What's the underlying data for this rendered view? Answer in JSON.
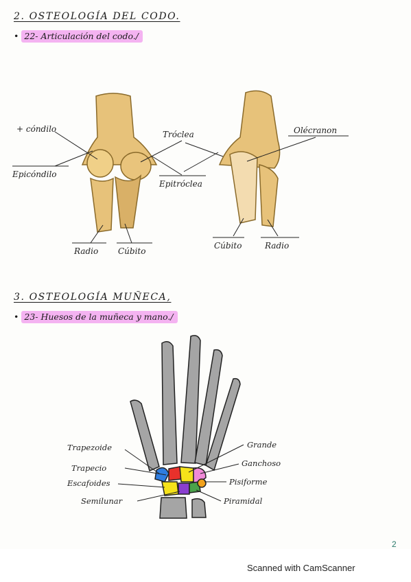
{
  "sections": {
    "s2": {
      "title": "2. OSTEOLOGÍA DEL CODO.",
      "bullet": "22- Articulación del codo./"
    },
    "s3": {
      "title": "3. OSTEOLOGÍA MUÑECA,",
      "bullet": "23- Huesos de la muñeca y mano./"
    }
  },
  "elbow_labels": {
    "condilo": "+ cóndilo",
    "epicondilo": "Epicóndilo",
    "troclea": "Tróclea",
    "epitroclea": "Epitróclea",
    "olecranon": "Olécranon",
    "radio_left": "Radio",
    "cubito_left": "Cúbito",
    "cubito_right": "Cúbito",
    "radio_right": "Radio"
  },
  "wrist_labels": {
    "trapezoide": "Trapezoide",
    "trapecio": "Trapecio",
    "escafoides": "Escafoides",
    "semilunar": "Semilunar",
    "grande": "Grande",
    "ganchoso": "Ganchoso",
    "pisiforme": "Pisiforme",
    "piramidal": "Piramidal"
  },
  "colors": {
    "highlight": "#f4b3f1",
    "bone_fill": "#e7c27a",
    "bone_shadow": "#c99a4b",
    "hand_bone": "#a5a5a5",
    "carpal_red": "#e8312b",
    "carpal_yellow": "#f5e21a",
    "carpal_pink": "#f08ad8",
    "carpal_blue": "#2f7de0",
    "carpal_purple": "#8a3fd0",
    "carpal_green": "#4aa34a",
    "carpal_orange": "#f2a21c"
  },
  "footer": {
    "scanner": "Scanned with CamScanner",
    "page_mark": "2"
  }
}
